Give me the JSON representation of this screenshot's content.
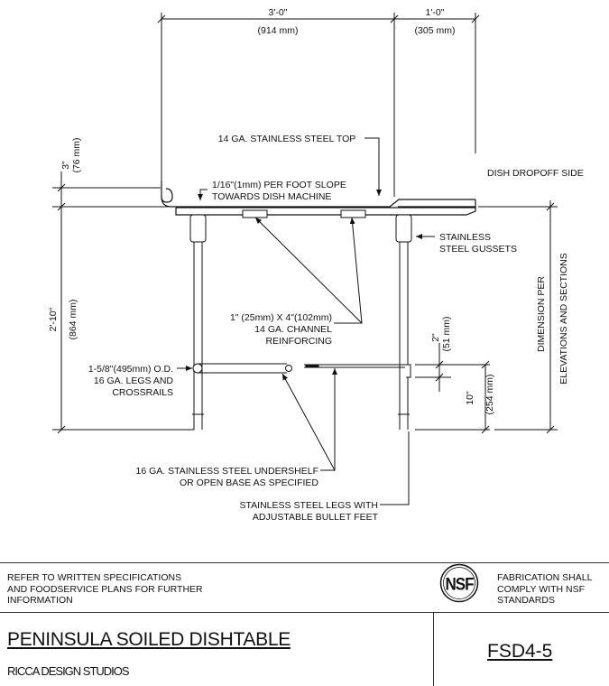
{
  "dimensions": {
    "width_left": "3'-0\"",
    "width_left_mm": "(914 mm)",
    "width_right": "1'-0\"",
    "width_right_mm": "(305 mm)",
    "rim_height": "3\"",
    "rim_height_mm": "(76 mm)",
    "table_height": "2'-10\"",
    "table_height_mm": "(864 mm)",
    "shelf_lip": "2\"",
    "shelf_lip_mm": "(51 mm)",
    "shelf_height": "10\"",
    "shelf_height_mm": "(254 mm)"
  },
  "callouts": {
    "top": "14 GA. STAINLESS STEEL TOP",
    "slope_1": "1/16\"(1mm) PER FOOT SLOPE",
    "slope_2": "TOWARDS DISH MACHINE",
    "side": "DISH DROPOFF SIDE",
    "gussets_1": "STAINLESS",
    "gussets_2": "STEEL GUSSETS",
    "channel_1": "1\" (25mm) X 4\"(102mm)",
    "channel_2": "14 GA. CHANNEL",
    "channel_3": "REINFORCING",
    "legs_1": "1-5/8\"(495mm) O.D.",
    "legs_2": "16 GA. LEGS AND",
    "legs_3": "CROSSRAILS",
    "undershelf_1": "16 GA. STAINLESS STEEL UNDERSHELF",
    "undershelf_2": "OR OPEN BASE AS SPECIFIED",
    "feet_1": "STAINLESS STEEL LEGS WITH",
    "feet_2": "ADJUSTABLE BULLET FEET",
    "dimension_per_1": "DIMENSION PER",
    "dimension_per_2": "ELEVATIONS AND SECTIONS"
  },
  "title_block": {
    "note_1": "REFER TO WRITTEN SPECIFICATIONS",
    "note_2": "AND FOODSERVICE PLANS FOR FURTHER",
    "note_3": "INFORMATION",
    "nsf_logo_text": "NSF",
    "nsf_1": "FABRICATION SHALL",
    "nsf_2": "COMPLY WITH NSF",
    "nsf_3": "STANDARDS",
    "title": "PENINSULA SOILED DISHTABLE",
    "firm": "RICCA DESIGN STUDIOS",
    "drawing_code": "FSD4-5"
  }
}
